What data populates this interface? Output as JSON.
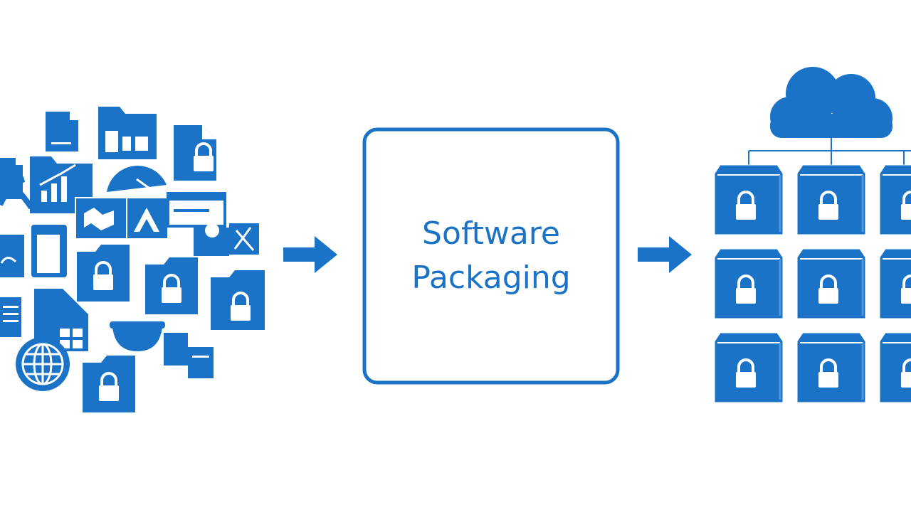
{
  "center_box": {
    "line1": "Software",
    "line2": "Packaging"
  },
  "colors": {
    "primary": "#1a73c6",
    "background": "#ffffff"
  },
  "icons": {
    "input_cluster": [
      "document-icon",
      "folder-lock-icon",
      "chart-icon",
      "globe-icon",
      "image-icon",
      "bowl-icon",
      "window-icon"
    ],
    "output_package": "locked-package-icon",
    "cloud": "cloud-icon",
    "arrow": "right-arrow-icon"
  },
  "output_grid": {
    "rows": 3,
    "columns": 3
  }
}
